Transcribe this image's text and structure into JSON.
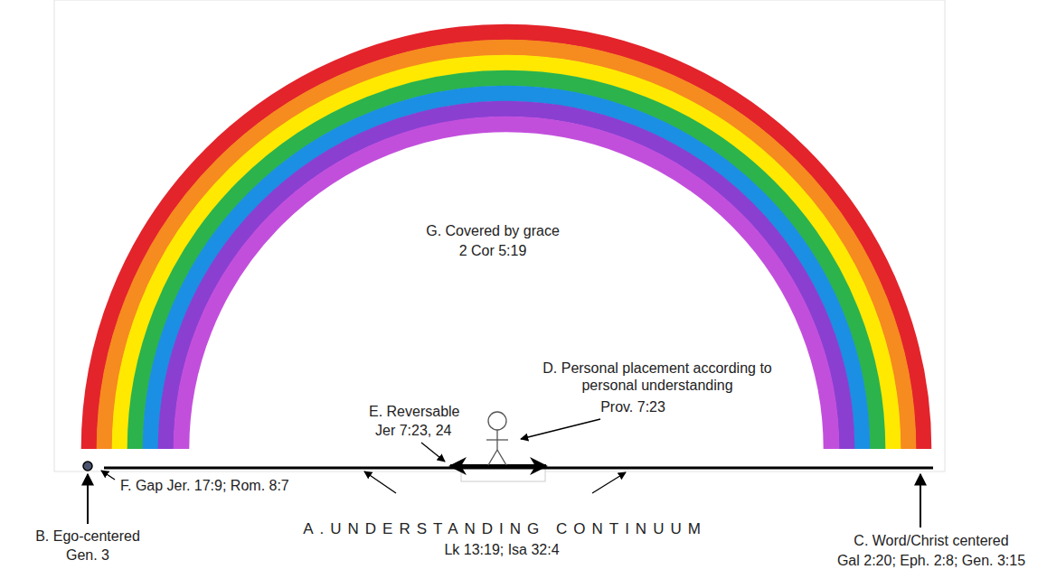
{
  "diagram": {
    "labels": [
      "G. Covered by grace",
      "2 Cor 5:19",
      "D. Personal placement according to personal understanding",
      "Prov. 7:23",
      "E. Reversable",
      "Jer 7:23, 24",
      "F. Gap Jer. 17:9; Rom. 8:7",
      "A.UNDERSTANDING CONTINUUM",
      "Lk 13:19; Isa 32:4",
      "B. Ego-centered",
      "Gen. 3",
      "C. Word/Christ centered",
      "Gal 2:20; Eph. 2:8; Gen. 3:15"
    ]
  }
}
